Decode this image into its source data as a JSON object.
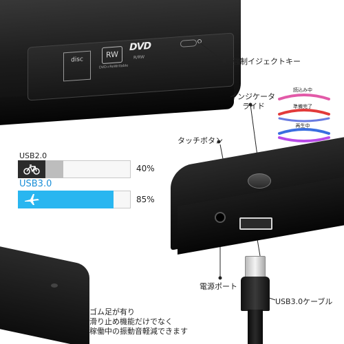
{
  "labels": {
    "eject": "強制イジェクトキー",
    "indicator_line1": "インジケータ",
    "indicator_line2": "ライド",
    "touch_button": "タッチボタン",
    "power_port": "電源ポート",
    "usb3_cable": "USB3.0ケーブル",
    "rubber_line1": "ゴム足が有り",
    "rubber_line2": "滑り止め機能だけでなく",
    "rubber_line3": "稼働中の振動音軽減できます"
  },
  "drive_logos": {
    "cd": "disc",
    "rw": "RW",
    "rw_sub": "DVD+ReWritable",
    "dvd": "DVD",
    "dvd_sub": "R/RW"
  },
  "indicator_states": [
    {
      "label": "読込み中",
      "color": "#e25aa8"
    },
    {
      "label": "準備完了",
      "color": "#e23a3a"
    },
    {
      "label": "",
      "color": "#6a7be0"
    },
    {
      "label": "再生中",
      "color": "#3a6ee0"
    },
    {
      "label": "",
      "color": "#b84ae8"
    }
  ],
  "usb": {
    "usb2": {
      "label": "USB2.0",
      "percent": 40,
      "percent_text": "40%",
      "icon": "bicycle-icon",
      "fill_color": "#bdbdbd",
      "icon_bg": "#2b2b2b"
    },
    "usb3": {
      "label": "USB3.0",
      "percent": 85,
      "percent_text": "85%",
      "icon": "airplane-icon",
      "fill_color": "#29b6f0",
      "icon_bg": "#29b6f0",
      "label_color": "#1a8fd8"
    }
  }
}
